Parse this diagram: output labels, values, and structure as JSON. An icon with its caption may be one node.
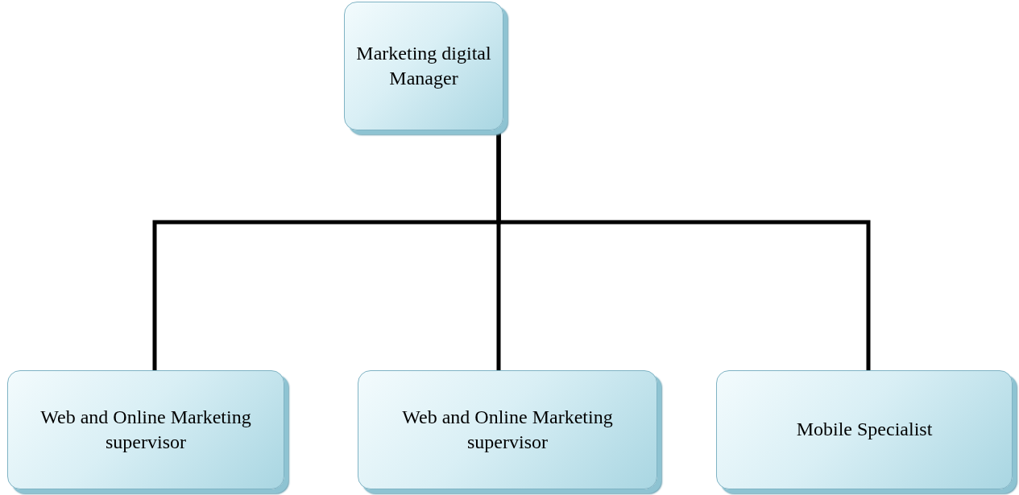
{
  "diagram": {
    "nodes": [
      {
        "text": [
          "Marketing digital Manager"
        ]
      },
      {
        "text": [
          "Web and Online Marketing supervisor"
        ]
      },
      {
        "text": [
          "Web and Online Marketing supervisor"
        ]
      },
      {
        "text": [
          "Mobile Specialist"
        ]
      }
    ],
    "edges": [
      {
        "from": 0,
        "to": 1,
        "arrow": "none"
      },
      {
        "from": 0,
        "to": 2,
        "arrow": "none"
      },
      {
        "from": 0,
        "to": 3,
        "arrow": "none"
      }
    ]
  }
}
